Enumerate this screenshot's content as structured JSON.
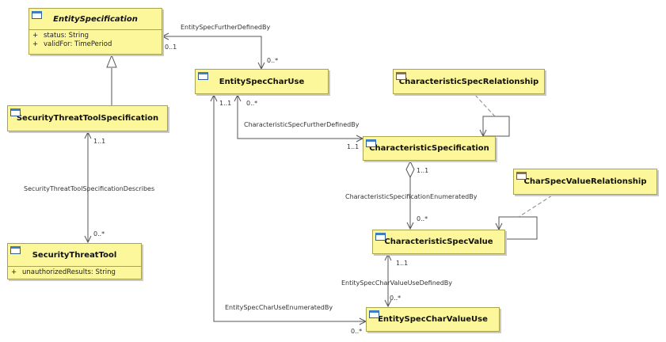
{
  "classes": {
    "entity_specification": {
      "name": "EntitySpecification",
      "attributes": [
        {
          "visibility": "+",
          "text": "status: String"
        },
        {
          "visibility": "+",
          "text": "validFor: TimePeriod"
        }
      ]
    },
    "entity_spec_char_use": {
      "name": "EntitySpecCharUse"
    },
    "characteristic_spec_relationship": {
      "name": "CharacteristicSpecRelationship"
    },
    "security_threat_tool_specification": {
      "name": "SecurityThreatToolSpecification"
    },
    "characteristic_specification": {
      "name": "CharacteristicSpecification"
    },
    "char_spec_value_relationship": {
      "name": "CharSpecValueRelationship"
    },
    "characteristic_spec_value": {
      "name": "CharacteristicSpecValue"
    },
    "security_threat_tool": {
      "name": "SecurityThreatTool",
      "attributes": [
        {
          "visibility": "+",
          "text": "unauthorizedResults: String"
        }
      ]
    },
    "entity_spec_char_value_use": {
      "name": "EntitySpecCharValueUse"
    }
  },
  "associations": {
    "entity_spec_further_defined_by": {
      "name": "EntitySpecFurtherDefinedBy",
      "source_mult": "0..1",
      "target_mult": "0..*"
    },
    "characteristic_spec_further_defined_by": {
      "name": "CharacteristicSpecFurtherDefinedBy",
      "source_mult": "1..1",
      "target_mult": "0..*",
      "end_mult": "1..1"
    },
    "security_threat_tool_specification_describes": {
      "name": "SecurityThreatToolSpecificationDescribes",
      "source_mult": "1..1",
      "target_mult": "0..*"
    },
    "characteristic_specification_enumerated_by": {
      "name": "CharacteristicSpecificationEnumeratedBy",
      "source_mult": "1..1",
      "target_mult": "0..*"
    },
    "entity_spec_char_value_use_defined_by": {
      "name": "EntitySpecCharValueUseDefinedBy",
      "source_mult": "1..1",
      "target_mult": "0..*"
    },
    "entity_spec_char_use_enumerated_by": {
      "name": "EntitySpecCharUseEnumeratedBy",
      "target_mult": "0..*"
    }
  }
}
